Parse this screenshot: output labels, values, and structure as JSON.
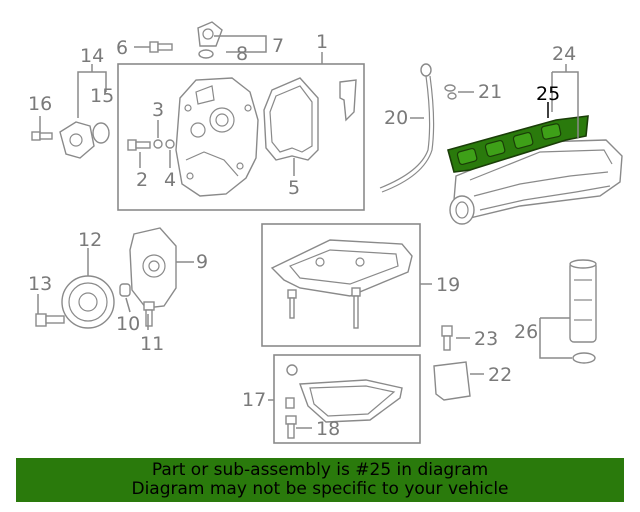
{
  "diagram": {
    "callouts": [
      {
        "id": "1",
        "label": "1"
      },
      {
        "id": "2",
        "label": "2"
      },
      {
        "id": "3",
        "label": "3"
      },
      {
        "id": "4",
        "label": "4"
      },
      {
        "id": "5",
        "label": "5"
      },
      {
        "id": "6",
        "label": "6"
      },
      {
        "id": "7",
        "label": "7"
      },
      {
        "id": "8",
        "label": "8"
      },
      {
        "id": "9",
        "label": "9"
      },
      {
        "id": "10",
        "label": "10"
      },
      {
        "id": "11",
        "label": "11"
      },
      {
        "id": "12",
        "label": "12"
      },
      {
        "id": "13",
        "label": "13"
      },
      {
        "id": "14",
        "label": "14"
      },
      {
        "id": "15",
        "label": "15"
      },
      {
        "id": "16",
        "label": "16"
      },
      {
        "id": "17",
        "label": "17"
      },
      {
        "id": "18",
        "label": "18"
      },
      {
        "id": "19",
        "label": "19"
      },
      {
        "id": "20",
        "label": "20"
      },
      {
        "id": "21",
        "label": "21"
      },
      {
        "id": "22",
        "label": "22"
      },
      {
        "id": "23",
        "label": "23"
      },
      {
        "id": "24",
        "label": "24"
      },
      {
        "id": "25",
        "label": "25"
      },
      {
        "id": "26",
        "label": "26"
      }
    ],
    "highlight_part": "25",
    "highlight_color": "#2a7a0c"
  },
  "banner": {
    "line1": "Part or sub-assembly is #25 in diagram",
    "line2": "Diagram may not be specific to your vehicle",
    "color": "#2a7a0c"
  }
}
